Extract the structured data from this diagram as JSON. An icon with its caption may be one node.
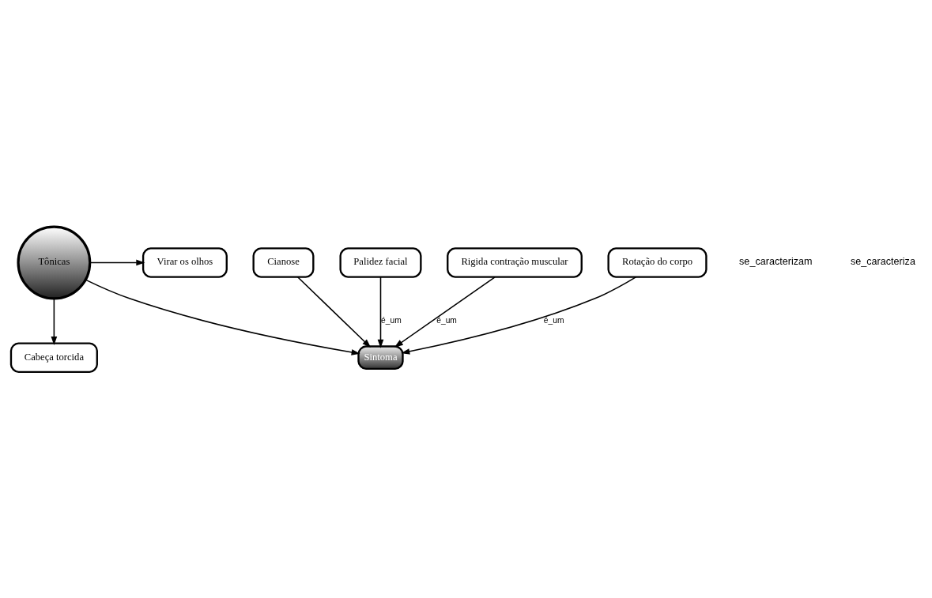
{
  "diagram": {
    "nodes": [
      {
        "text": [
          "Virar os olhos"
        ]
      },
      {
        "text": [
          "Tônicas"
        ]
      },
      {
        "text": [
          "Cianose"
        ]
      },
      {
        "text": [
          "Palidez facial"
        ]
      },
      {
        "text": [
          "Cabeça torcida"
        ]
      },
      {
        "text": [
          "Sintoma"
        ]
      },
      {
        "text": [
          "Rigida contração muscular"
        ]
      },
      {
        "text": [
          "Rotação do corpo"
        ]
      }
    ],
    "edges": [
      {
        "from": 1,
        "to": 0,
        "arrow": "to"
      },
      {
        "from": 1,
        "to": 4,
        "arrow": "to"
      },
      {
        "from": 1,
        "to": 5,
        "arrow": "to"
      },
      {
        "from": 2,
        "to": 5,
        "arrow": "to"
      },
      {
        "from": 3,
        "to": 5,
        "arrow": "to",
        "label": "é_um"
      },
      {
        "from": 6,
        "to": 5,
        "arrow": "to",
        "label": "é_um"
      },
      {
        "from": 7,
        "to": 5,
        "arrow": "to",
        "label": "é_um"
      }
    ],
    "labels": [
      "se_caracterizam",
      "se_caracteriza"
    ]
  }
}
